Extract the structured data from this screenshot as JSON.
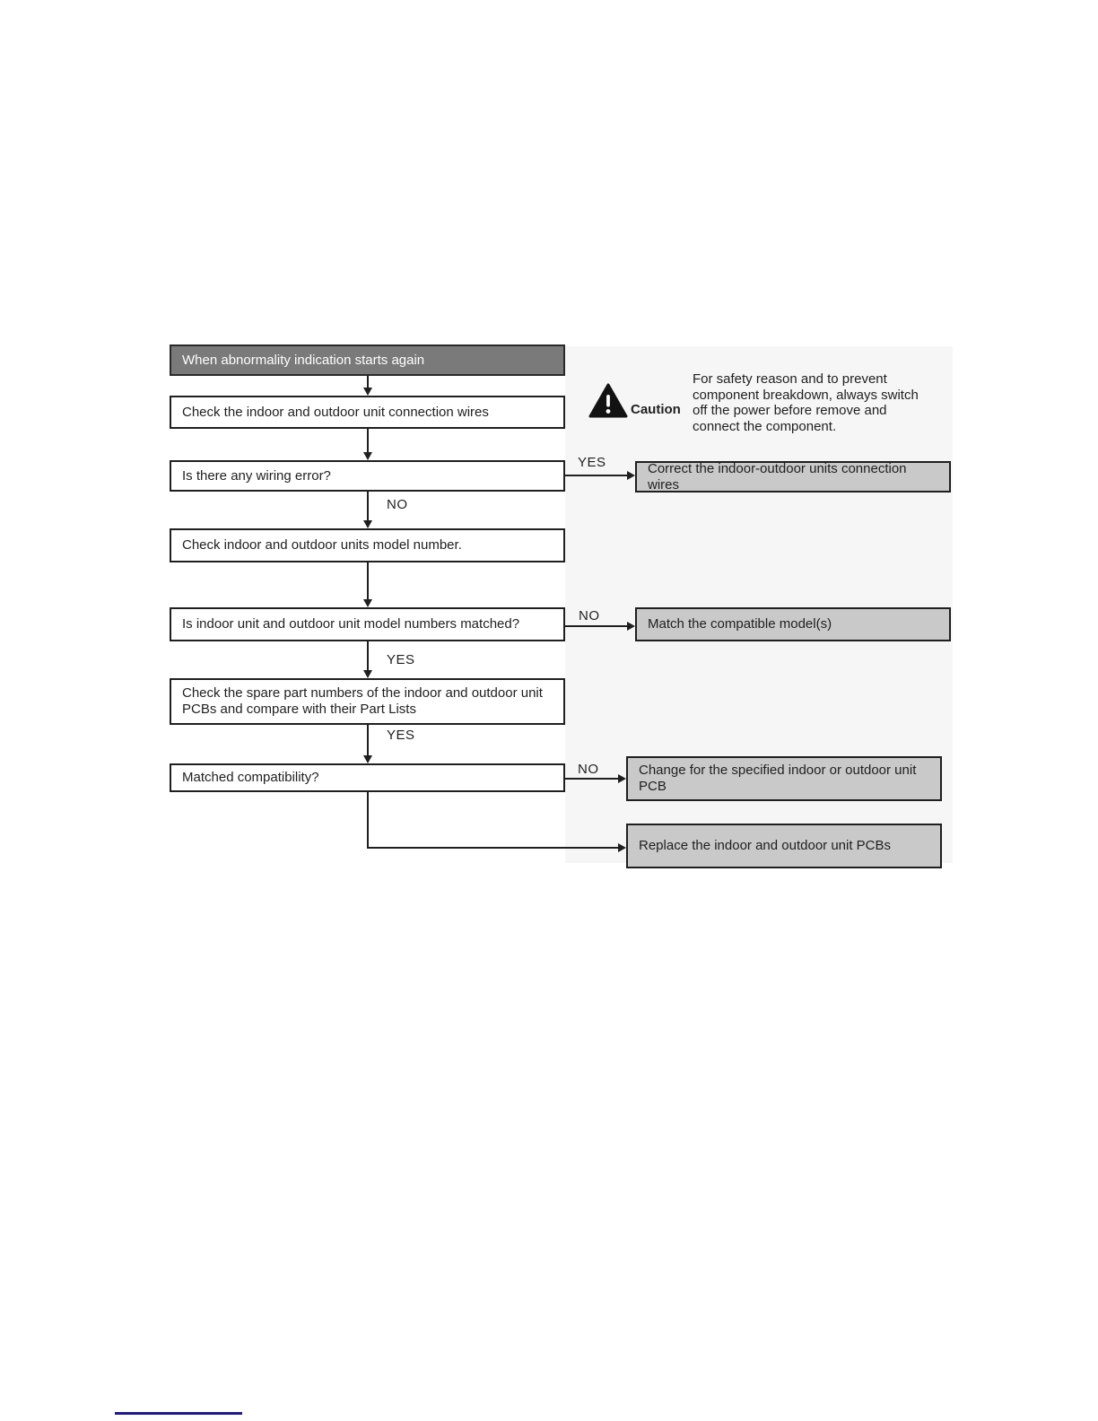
{
  "flowchart": {
    "start_label": "When abnormality indication starts again",
    "steps": {
      "check_wires": "Check the indoor and outdoor unit connection wires",
      "wiring_error": "Is there any wiring error?",
      "check_model": "Check indoor and outdoor units model number.",
      "model_matched": "Is indoor unit and outdoor unit model numbers matched?",
      "check_spare": "Check the spare part numbers of the indoor and outdoor unit PCBs and compare with their Part Lists",
      "matched_compat": "Matched compatibility?"
    },
    "actions": {
      "correct_wires": "Correct the indoor-outdoor units connection wires",
      "match_models": "Match the compatible model(s)",
      "change_pcb": "Change for the specified indoor or outdoor unit PCB",
      "replace_pcbs": "Replace the indoor and outdoor unit PCBs"
    },
    "branch_labels": {
      "yes": "YES",
      "no": "NO"
    },
    "caution": {
      "label": "Caution",
      "text": "For safety reason and to prevent component breakdown, always switch off the power before remove and connect the component."
    },
    "colors": {
      "start_bg": "#7a7a7a",
      "start_text": "#ffffff",
      "action_bg": "#c9c9c9",
      "line": "#1f1f1f",
      "shade_bg": "#f6f6f6",
      "footer_rule": "#1b1b8e"
    }
  }
}
